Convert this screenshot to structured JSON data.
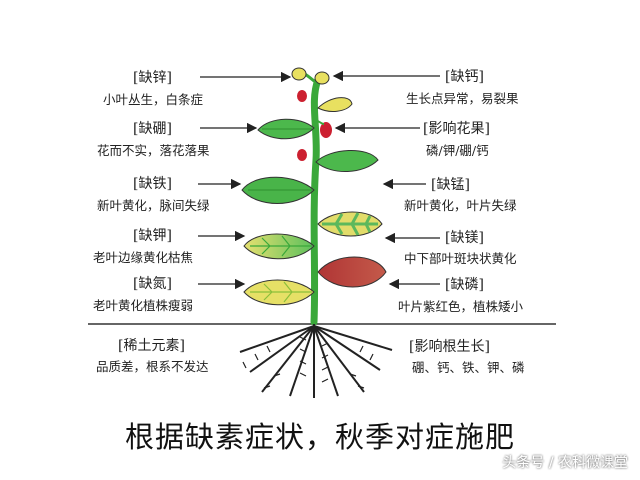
{
  "labels": {
    "zinc": {
      "title": "[缺锌]",
      "desc": "小叶丛生，白条症"
    },
    "boron": {
      "title": "[缺硼]",
      "desc": "花而不实，落花落果"
    },
    "iron": {
      "title": "[缺铁]",
      "desc": "新叶黄化，脉间失绿"
    },
    "potassium": {
      "title": "[缺钾]",
      "desc": "老叶边缘黄化枯焦"
    },
    "nitrogen": {
      "title": "[缺氮]",
      "desc": "老叶黄化植株瘦弱"
    },
    "calcium": {
      "title": "[缺钙]",
      "desc": "生长点异常，易裂果"
    },
    "flower_fruit": {
      "title": "[影响花果]",
      "desc": "磷/钾/硼/钙"
    },
    "manganese": {
      "title": "[缺锰]",
      "desc": "新叶黄化，叶片失绿"
    },
    "magnesium": {
      "title": "[缺镁]",
      "desc": "中下部叶斑块状黄化"
    },
    "phosphorus": {
      "title": "[缺磷]",
      "desc": "叶片紫红色，植株矮小"
    },
    "rare_earth": {
      "title": "[稀土元素]",
      "desc": "品质差，根系不发达"
    },
    "root_growth": {
      "title": "[影响根生长]",
      "desc": "硼、钙、铁、钾、磷"
    }
  },
  "main_title": "根据缺素症状，秋季对症施肥",
  "watermark": "头条号 / 农科微课堂",
  "colors": {
    "stem": "#3aa83a",
    "leaf_green": "#4cb84c",
    "leaf_yellow": "#e8e060",
    "leaf_purple": "#b04040",
    "fruit": "#cc2030",
    "arrow": "#222222",
    "root": "#222222"
  }
}
